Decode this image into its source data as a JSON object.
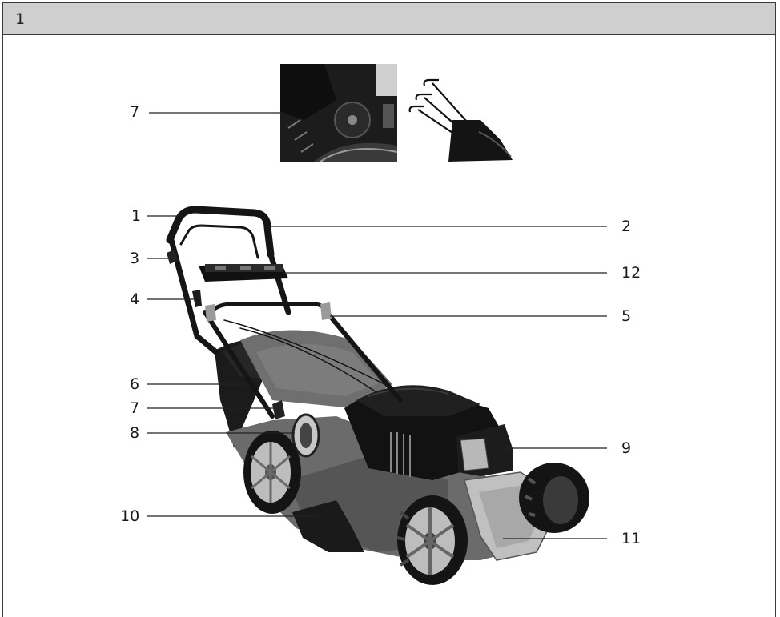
{
  "figure": {
    "number": "1"
  },
  "callouts": {
    "c1": "1",
    "c2": "2",
    "c3": "3",
    "c4": "4",
    "c5": "5",
    "c6": "6",
    "c7_detail": "7",
    "c7": "7",
    "c8": "8",
    "c9": "9",
    "c10": "10",
    "c11": "11",
    "c12": "12"
  },
  "colors": {
    "header_bg": "#cfcfcf",
    "frame": "#3a3a3a",
    "deck_grey": "#7f7f7f",
    "wheel_grey": "#bdbdbd",
    "dark": "#161616"
  }
}
